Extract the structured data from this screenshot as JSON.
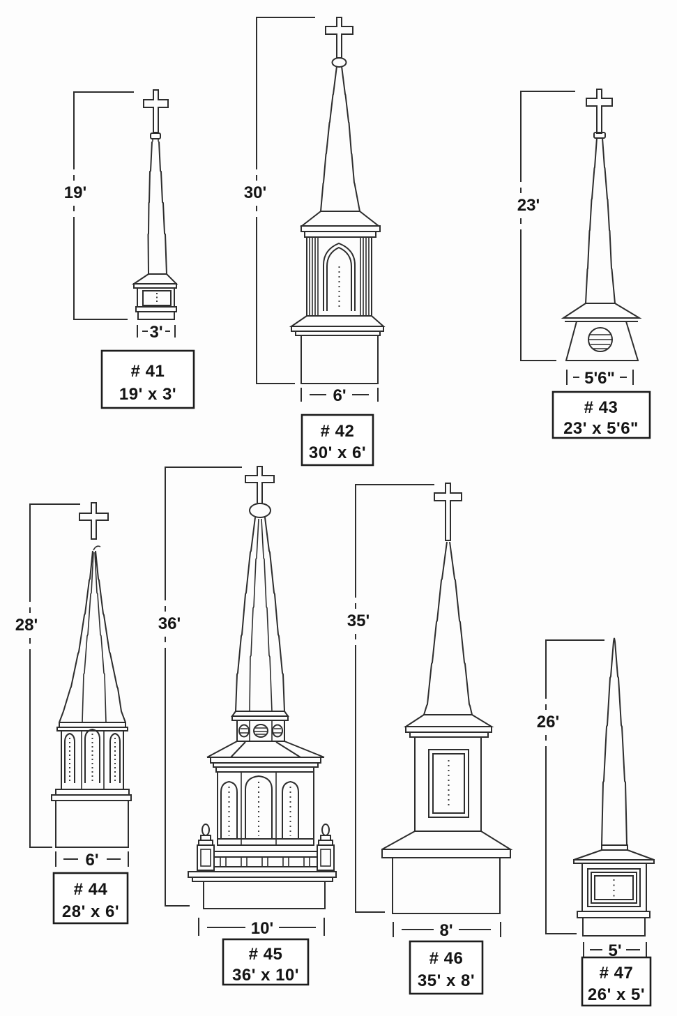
{
  "figures": [
    {
      "id": "41",
      "number": "# 41",
      "size": "19' x 3'",
      "height": "19'",
      "width": "3'"
    },
    {
      "id": "42",
      "number": "# 42",
      "size": "30' x 6'",
      "height": "30'",
      "width": "6'"
    },
    {
      "id": "43",
      "number": "# 43",
      "size": "23' x 5'6\"",
      "height": "23'",
      "width": "5'6\""
    },
    {
      "id": "44",
      "number": "# 44",
      "size": "28' x 6'",
      "height": "28'",
      "width": "6'"
    },
    {
      "id": "45",
      "number": "# 45",
      "size": "36' x 10'",
      "height": "36'",
      "width": "10'"
    },
    {
      "id": "46",
      "number": "# 46",
      "size": "35' x 8'",
      "height": "35'",
      "width": "8'"
    },
    {
      "id": "47",
      "number": "# 47",
      "size": "26' x 5'",
      "height": "26'",
      "width": "5'"
    }
  ]
}
